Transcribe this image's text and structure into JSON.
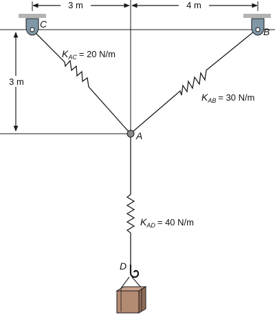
{
  "dimensions": {
    "top_left": "3 m",
    "top_right": "4 m",
    "left_vertical": "3 m"
  },
  "points": {
    "A": "A",
    "B": "B",
    "C": "C",
    "D": "D"
  },
  "springs": {
    "ac": {
      "symbol": "K",
      "subscript": "AC",
      "value": "= 20 N/m"
    },
    "ab": {
      "symbol": "K",
      "subscript": "AB",
      "value": "= 30 N/m"
    },
    "ad": {
      "symbol": "K",
      "subscript": "AD",
      "value": "= 40 N/m"
    }
  },
  "colors": {
    "line": "#1a1a1a",
    "ceiling": "#b3b3b3",
    "pulley": "#7f97a6",
    "joint": "#8a8a8a",
    "box": "#b38a72",
    "box_dark": "#8e6a56"
  }
}
